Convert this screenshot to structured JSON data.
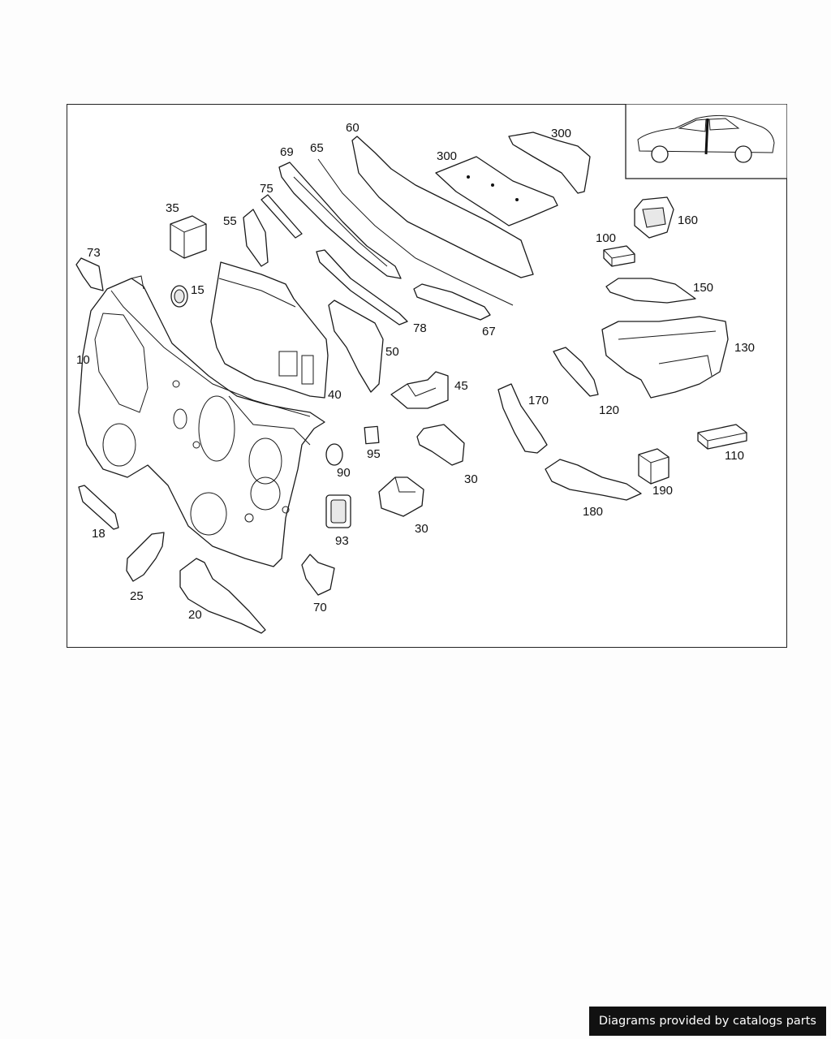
{
  "credit": "Diagrams provided by catalogs parts",
  "callouts": [
    {
      "id": "10",
      "label": "10"
    },
    {
      "id": "15",
      "label": "15"
    },
    {
      "id": "18",
      "label": "18"
    },
    {
      "id": "20",
      "label": "20"
    },
    {
      "id": "25",
      "label": "25"
    },
    {
      "id": "30a",
      "label": "30"
    },
    {
      "id": "30b",
      "label": "30"
    },
    {
      "id": "35",
      "label": "35"
    },
    {
      "id": "40",
      "label": "40"
    },
    {
      "id": "45",
      "label": "45"
    },
    {
      "id": "50",
      "label": "50"
    },
    {
      "id": "55",
      "label": "55"
    },
    {
      "id": "60",
      "label": "60"
    },
    {
      "id": "65",
      "label": "65"
    },
    {
      "id": "67",
      "label": "67"
    },
    {
      "id": "69",
      "label": "69"
    },
    {
      "id": "70",
      "label": "70"
    },
    {
      "id": "73",
      "label": "73"
    },
    {
      "id": "75",
      "label": "75"
    },
    {
      "id": "78",
      "label": "78"
    },
    {
      "id": "90",
      "label": "90"
    },
    {
      "id": "93",
      "label": "93"
    },
    {
      "id": "95",
      "label": "95"
    },
    {
      "id": "100",
      "label": "100"
    },
    {
      "id": "110",
      "label": "110"
    },
    {
      "id": "120",
      "label": "120"
    },
    {
      "id": "130",
      "label": "130"
    },
    {
      "id": "150",
      "label": "150"
    },
    {
      "id": "160",
      "label": "160"
    },
    {
      "id": "170",
      "label": "170"
    },
    {
      "id": "180",
      "label": "180"
    },
    {
      "id": "190",
      "label": "190"
    },
    {
      "id": "300a",
      "label": "300"
    },
    {
      "id": "300b",
      "label": "300"
    }
  ]
}
